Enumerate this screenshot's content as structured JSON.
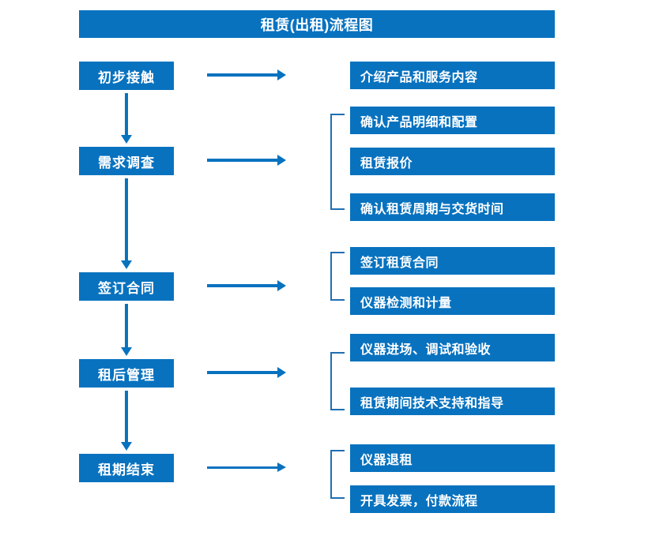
{
  "title": "租赁(出租)流程图",
  "theme": {
    "box_fill": "#0872bf",
    "box_text": "#ffffff",
    "arrow": "#0872bf",
    "bracket": "#1f6fb2",
    "background": "#ffffff"
  },
  "stages": [
    {
      "label": "初步接触"
    },
    {
      "label": "需求调查"
    },
    {
      "label": "签订合同"
    },
    {
      "label": "租后管理"
    },
    {
      "label": "租期结束"
    }
  ],
  "details": [
    {
      "label": "介绍产品和服务内容"
    },
    {
      "label": "确认产品明细和配置"
    },
    {
      "label": "租赁报价"
    },
    {
      "label": "确认租赁周期与交货时间"
    },
    {
      "label": "签订租赁合同"
    },
    {
      "label": "仪器检测和计量"
    },
    {
      "label": "仪器进场、调试和验收"
    },
    {
      "label": "租赁期间技术支持和指导"
    },
    {
      "label": "仪器退租"
    },
    {
      "label": "开具发票，付款流程"
    }
  ],
  "groups": [
    {
      "stage": "需求调查",
      "details": [
        "确认产品明细和配置",
        "租赁报价",
        "确认租赁周期与交货时间"
      ]
    },
    {
      "stage": "签订合同",
      "details": [
        "签订租赁合同",
        "仪器检测和计量"
      ]
    },
    {
      "stage": "租后管理",
      "details": [
        "仪器进场、调试和验收",
        "租赁期间技术支持和指导"
      ]
    },
    {
      "stage": "租期结束",
      "details": [
        "仪器退租",
        "开具发票，付款流程"
      ]
    }
  ]
}
